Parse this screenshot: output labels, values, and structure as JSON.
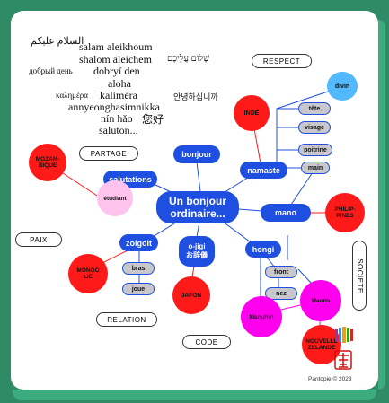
{
  "greetings": {
    "arabic": "السلام عليكم",
    "arabic_latin": "salam aleikhoum",
    "hebrew_latin": "shalom aleichem",
    "hebrew": "שָׁלוֹם עֲלֵיכֶם",
    "russian": "добрый день",
    "russian_latin": "dobryĭ den",
    "aloha": "aloha",
    "greek": "καλημέρα",
    "greek_latin": "kaliméra",
    "korean": "안녕하십니까",
    "korean_latin": "annyeonghasimnikka",
    "chinese_latin": "nín hǎo",
    "chinese": "您好",
    "saluton": "saluton..."
  },
  "themes": {
    "respect": "RESPECT",
    "partage": "PARTAGE",
    "paix": "PAIX",
    "relation": "RELATION",
    "code": "CODE",
    "societe": "SOCIETE"
  },
  "nodes": {
    "center": "Un bonjour ordinaire...",
    "bonjour": "bonjour",
    "salutations": "salutations",
    "namaste": "namaste",
    "mano": "mano",
    "zolgolt": "zolgolt",
    "ojigi_latin": "o-jigi",
    "ojigi_japanese": "お辞儀",
    "hongi": "hongi",
    "divin": "divin"
  },
  "parts": {
    "tete": "tête",
    "visage": "visage",
    "poitrine": "poitrine",
    "main": "main",
    "bras": "bras",
    "joue": "joue",
    "front": "front",
    "nez": "nez"
  },
  "places": {
    "inde": "INDE",
    "mozambique": "MOZAM-\nBIQUE",
    "etudiant": "étudiant",
    "philippines": "PHILIP-\nPINES",
    "mongolie": "MONGO\nLIE",
    "japon": "JAPON",
    "manuhiri": "Manuhiri",
    "maoris": "Maoris",
    "nouvelle_zelande": "NOUVELLE\nZELANDE"
  },
  "footer": {
    "copyright": "Pantopie © 2023"
  },
  "colors": {
    "background": "#2f8a66",
    "frame": "#3cab7e",
    "node_blue": "#1f4fe0",
    "country_red": "#ff1a1a",
    "magenta": "#ff00ee",
    "pink": "#ffc4ee",
    "sky": "#52b9ff",
    "grey": "#c8c8cc"
  },
  "icons": [
    "wikipedia-logo-icon",
    "kanji-stamp-icon"
  ]
}
